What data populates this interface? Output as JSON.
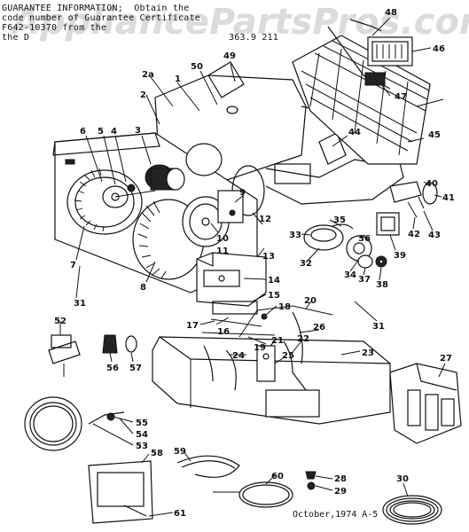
{
  "header": {
    "line1": "GUARANTEE INFORMATION;  Obtain the",
    "line2": "code number of Guarantee Certificate",
    "line3": "F642-10370 from the",
    "line4": "the D",
    "code": "363.9 211"
  },
  "watermark": "AppliancePartsPros.com",
  "footer": "October,1974  A-5",
  "callouts": {
    "c1": "1",
    "c2": "2",
    "c2a": "2a",
    "c3": "3",
    "c4": "4",
    "c5": "5",
    "c6": "6",
    "c7": "7",
    "c8": "8",
    "c9": "9",
    "c10": "10",
    "c11": "11",
    "c12": "12",
    "c13": "13",
    "c14": "14",
    "c15": "15",
    "c16": "16",
    "c17": "17",
    "c18": "18",
    "c19": "19",
    "c20": "20",
    "c21": "21",
    "c22": "22",
    "c23": "23",
    "c24": "24",
    "c25": "25",
    "c26": "26",
    "c27": "27",
    "c28": "28",
    "c29": "29",
    "c30": "30",
    "c31a": "31",
    "c31b": "31",
    "c32": "32",
    "c33": "33",
    "c34": "34",
    "c35": "35",
    "c36": "36",
    "c37": "37",
    "c38": "38",
    "c39": "39",
    "c40": "40",
    "c41": "41",
    "c42": "42",
    "c43": "43",
    "c44": "44",
    "c45": "45",
    "c46": "46",
    "c47": "47",
    "c48": "48",
    "c49": "49",
    "c50": "50",
    "c52": "52",
    "c53": "53",
    "c54": "54",
    "c55": "55",
    "c56": "56",
    "c57": "57",
    "c58": "58",
    "c59": "59",
    "c60": "60",
    "c61": "61"
  }
}
